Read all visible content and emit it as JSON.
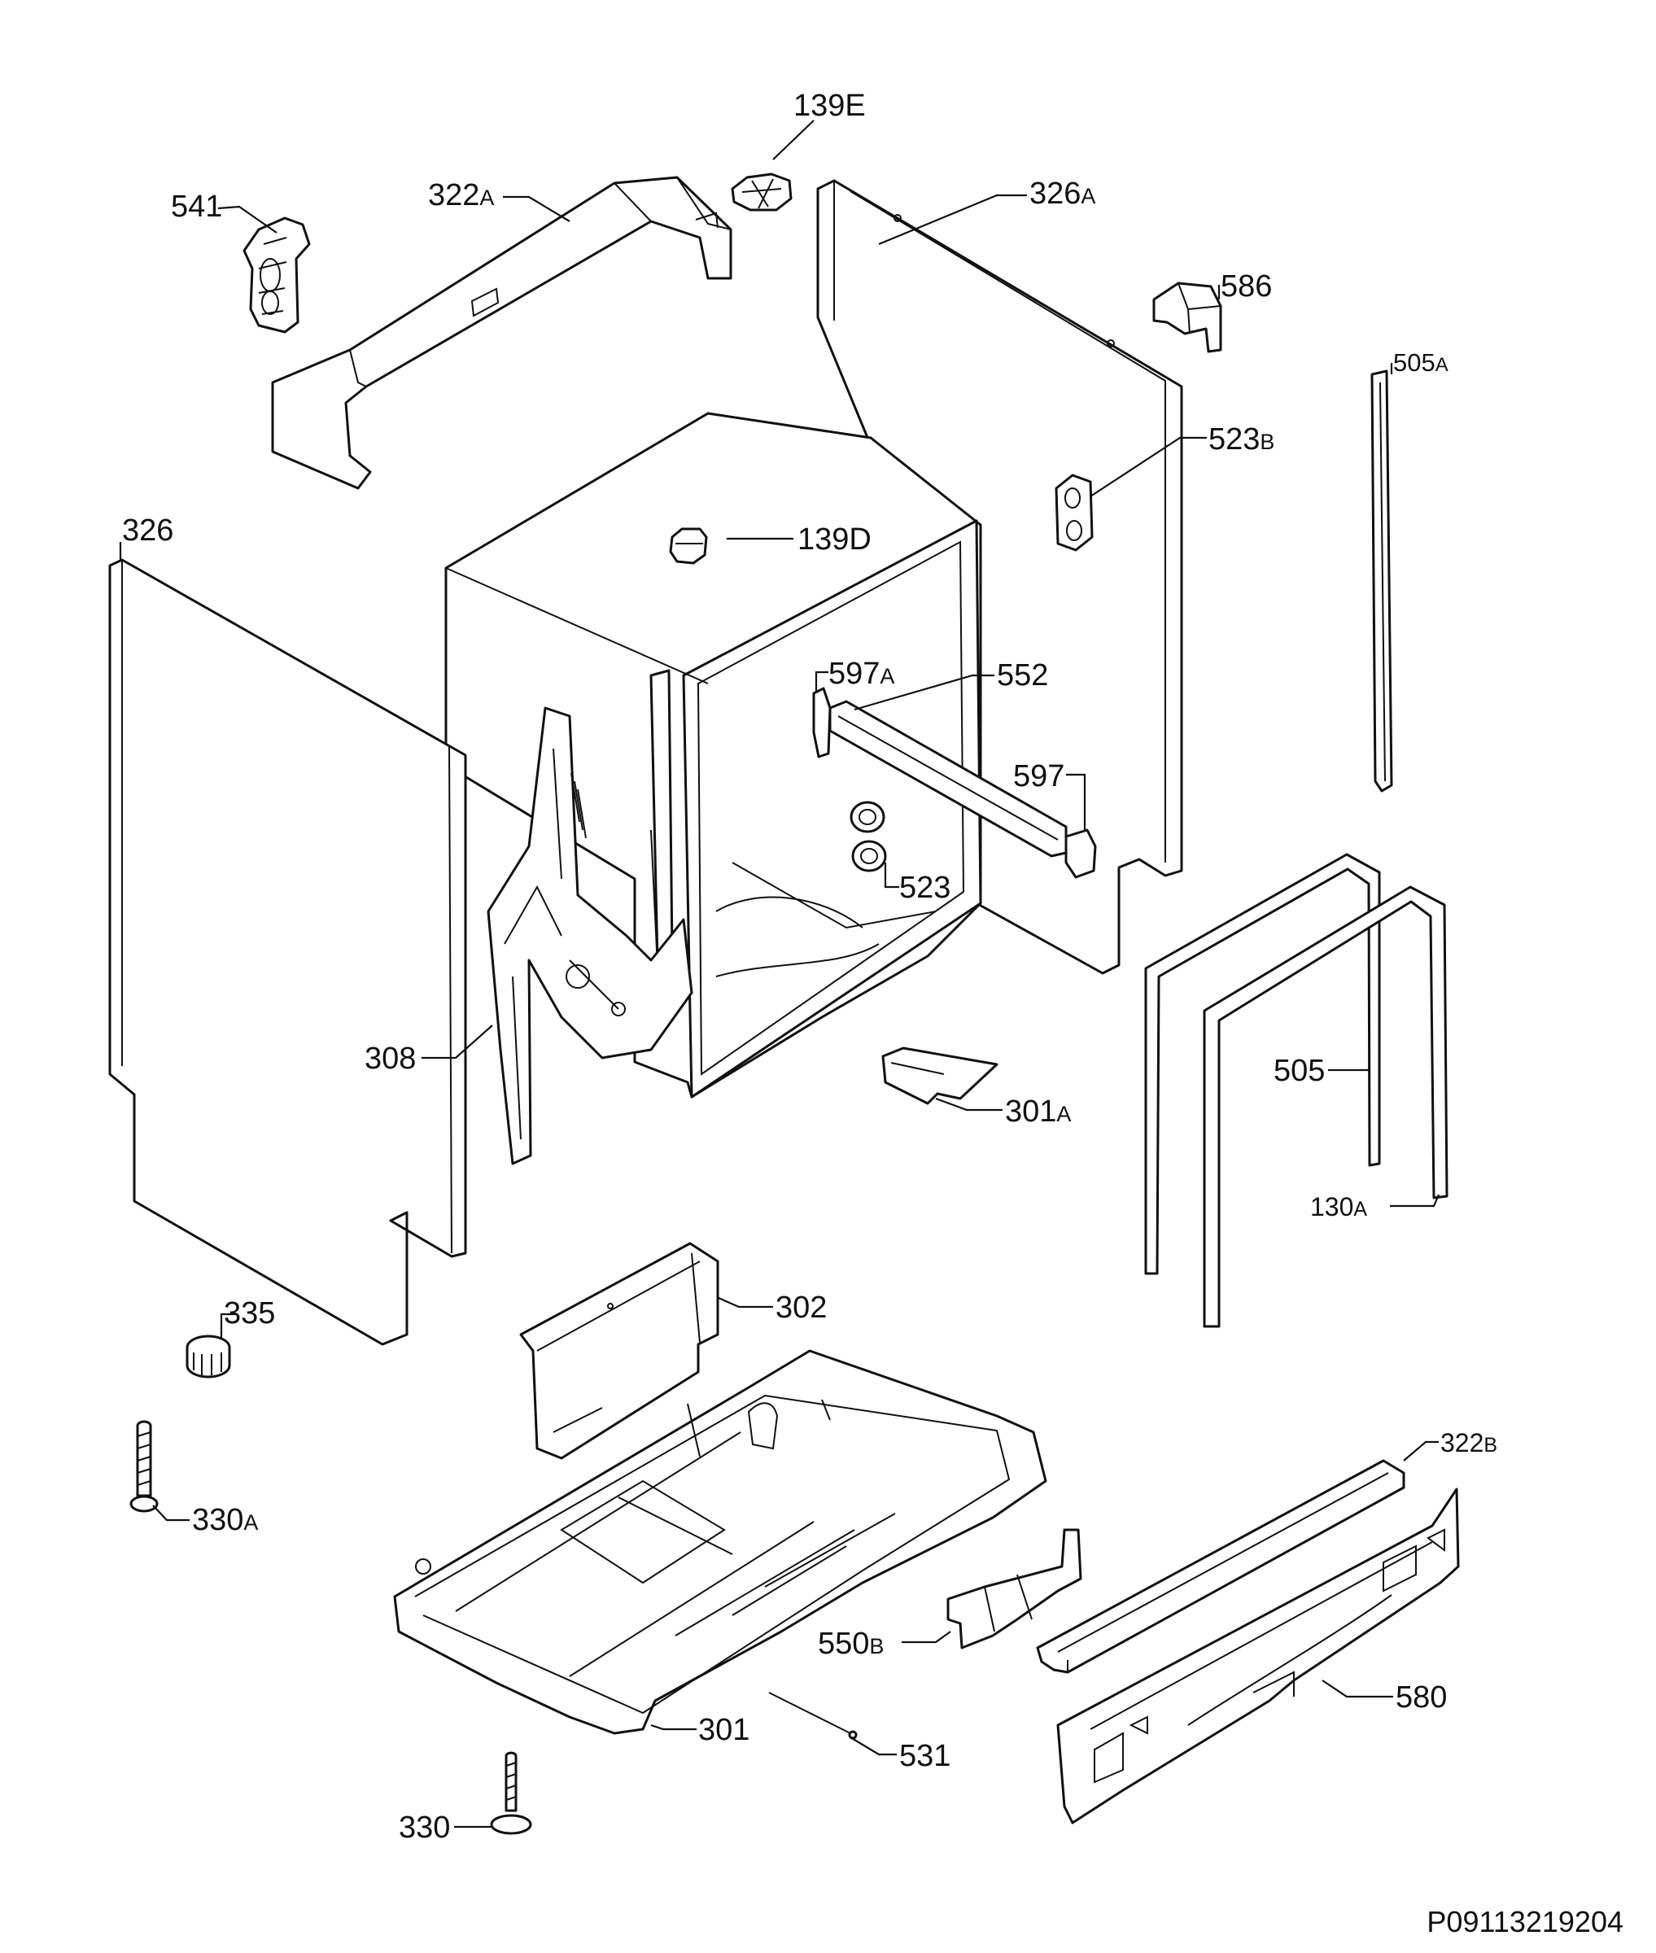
{
  "diagram_code": "P09113219204",
  "labels": {
    "l139E": {
      "num": "139E",
      "suf": ""
    },
    "l541": {
      "num": "541",
      "suf": ""
    },
    "l322A": {
      "num": "322",
      "suf": "A"
    },
    "l326A": {
      "num": "326",
      "suf": "A"
    },
    "l586": {
      "num": "586",
      "suf": ""
    },
    "l505A": {
      "num": "505",
      "suf": "A"
    },
    "l523B": {
      "num": "523",
      "suf": "B"
    },
    "l139D": {
      "num": "139D",
      "suf": ""
    },
    "l326": {
      "num": "326",
      "suf": ""
    },
    "l597A": {
      "num": "597",
      "suf": "A"
    },
    "l552": {
      "num": "552",
      "suf": ""
    },
    "l597": {
      "num": "597",
      "suf": ""
    },
    "l523": {
      "num": "523",
      "suf": ""
    },
    "l308": {
      "num": "308",
      "suf": ""
    },
    "l301A": {
      "num": "301",
      "suf": "A"
    },
    "l505": {
      "num": "505",
      "suf": ""
    },
    "l130A": {
      "num": "130",
      "suf": "A"
    },
    "l302": {
      "num": "302",
      "suf": ""
    },
    "l335": {
      "num": "335",
      "suf": ""
    },
    "l322B": {
      "num": "322",
      "suf": "B"
    },
    "l330A": {
      "num": "330",
      "suf": "A"
    },
    "l550B": {
      "num": "550",
      "suf": "B"
    },
    "l580": {
      "num": "580",
      "suf": ""
    },
    "l301": {
      "num": "301",
      "suf": ""
    },
    "l531": {
      "num": "531",
      "suf": ""
    },
    "l330": {
      "num": "330",
      "suf": ""
    }
  }
}
